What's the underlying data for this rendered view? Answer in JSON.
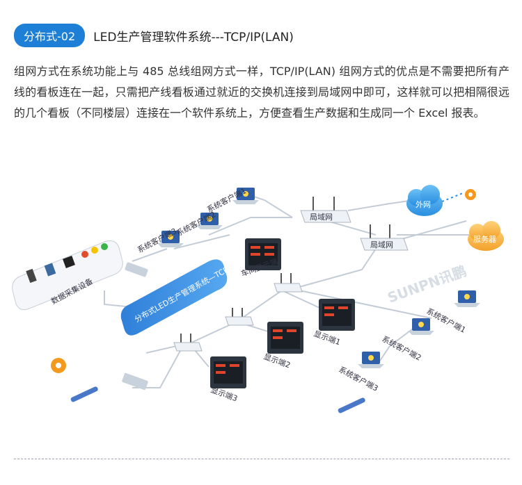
{
  "header": {
    "badge": "分布式-02",
    "title": "LED生产管理软件系统---TCP/IP(LAN)"
  },
  "intro": "组网方式在系统功能上与 485 总线组网方式一样，TCP/IP(LAN) 组网方式的优点是不需要把所有产线的看板连在一起，只需把产线看板通过就近的交换机连接到局域网中即可，这样就可以把相隔很远的几个看板（不同楼层）连接在一个软件系统上，方便查看生产数据和生成同一个 Excel 报表。",
  "diagram": {
    "lan_top": "局域网",
    "lan_mid": "局域网",
    "internet": "外网",
    "server": "服务器",
    "system_banner": "分布式LED生产管理系统—TCP/IP",
    "data_collection": "数据采集设备",
    "watermark": "SUNPN讯鹏",
    "clients_left": [
      "系统客户端1",
      "系统客户端2",
      "系统客户端3"
    ],
    "clients_right": [
      "系统客户端1",
      "系统客户端2",
      "系统客户端3"
    ],
    "workshop_display": "车间显示端",
    "displays": [
      "显示端1",
      "显示端2",
      "显示端3"
    ]
  }
}
